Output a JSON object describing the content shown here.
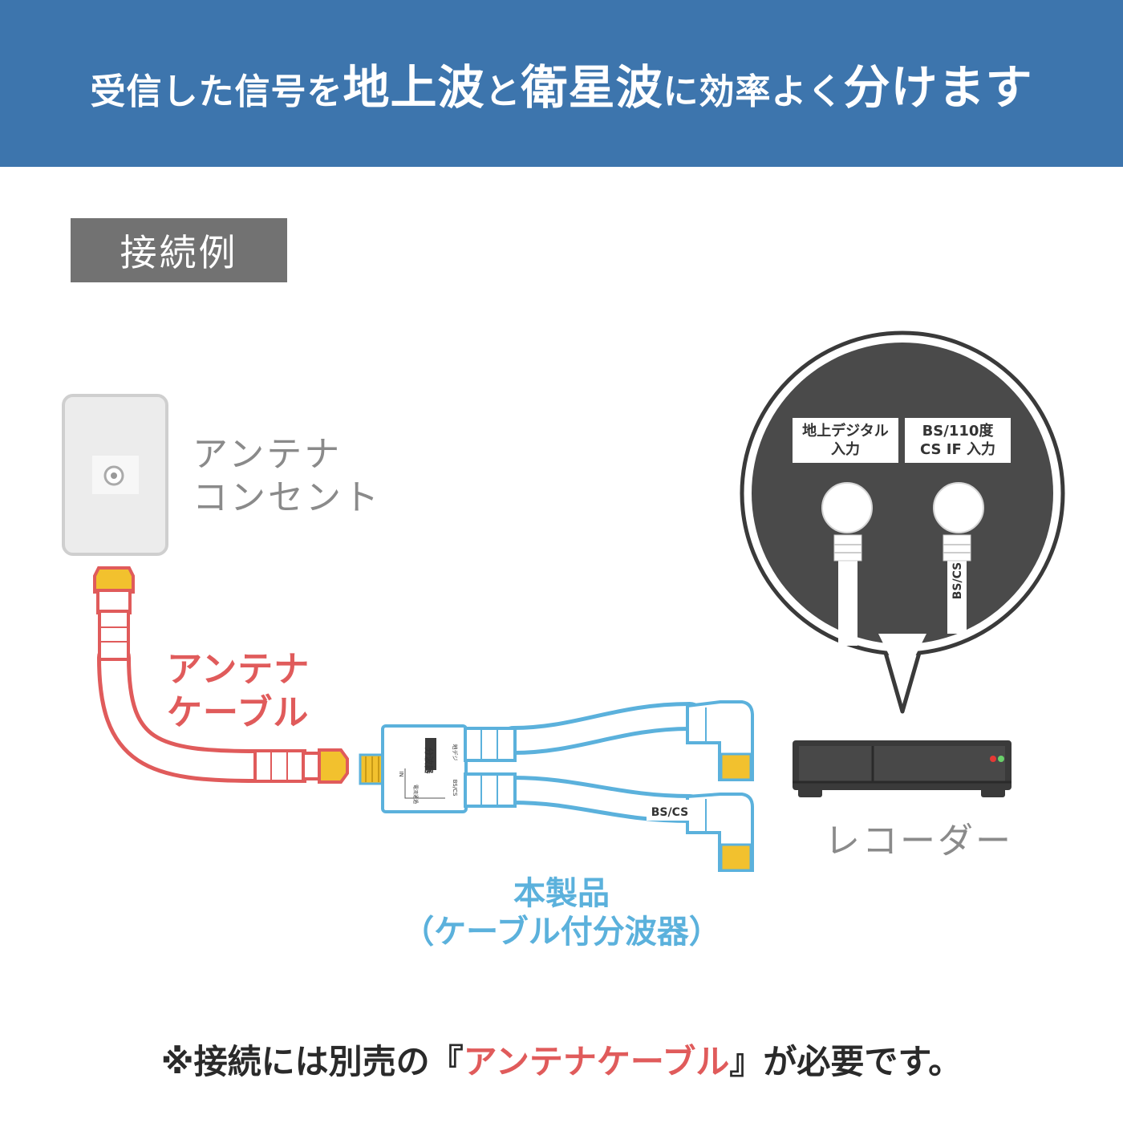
{
  "header": {
    "part1": "受信した信号を",
    "part2": "地上波",
    "part3": "と",
    "part4": "衛星波",
    "part5": "に効率よく",
    "part6": "分けます"
  },
  "section_label": "接続例",
  "outlet": {
    "line1": "アンテナ",
    "line2": "コンセント"
  },
  "antenna_cable": {
    "line1": "アンテナ",
    "line2": "ケーブル"
  },
  "product": {
    "line1": "本製品",
    "line2": "（ケーブル付分波器）"
  },
  "recorder": {
    "label": "レコーダー"
  },
  "ports": {
    "terrestrial_line1": "地上デジタル",
    "terrestrial_line2": "入力",
    "bs_line1": "BS/110度",
    "bs_line2": "CS IF 入力"
  },
  "cable_tags": {
    "bs_cs": "BS/CS"
  },
  "splitter": {
    "name": "分波器",
    "spec": "4K8K",
    "out1": "地デジ",
    "out2": "BS/CS",
    "in": "IN",
    "note": "電流通過"
  },
  "footer": {
    "prefix": "※接続には別売の『",
    "highlight": "アンテナケーブル",
    "suffix": "』が必要です。"
  },
  "colors": {
    "header_bg": "#3d75ad",
    "label_bg": "#727272",
    "red": "#e05b5b",
    "blue": "#5bb1dc",
    "gold": "#f2c12e",
    "dark": "#3a3a3a"
  }
}
